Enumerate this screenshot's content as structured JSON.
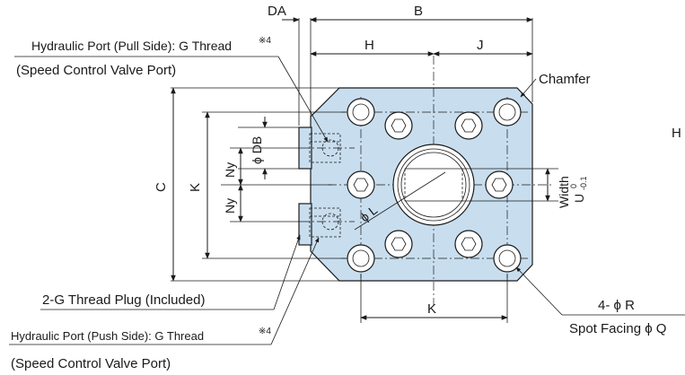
{
  "labels": {
    "dim_DA": "DA",
    "dim_B": "B",
    "dim_H_top": "H",
    "dim_J": "J",
    "dim_C": "C",
    "dim_K_left": "K",
    "dim_K_bottom": "K",
    "dim_Ny_upper": "Ny",
    "dim_Ny_lower": "Ny",
    "dim_phiDB": "ϕ DB",
    "dim_phiL": "ϕ L",
    "dim_width": "Width",
    "dim_U": "U",
    "dim_U_tol_upper": "0",
    "dim_U_tol_lower": "-0.1",
    "chamfer": "Chamfer",
    "port_pull_line1": "Hydraulic Port (Pull Side): G Thread",
    "port_pull_note": "※4",
    "port_pull_line2": "(Speed Control Valve Port)",
    "plug": "2-G Thread Plug (Included)",
    "holes_count": "4- ϕ R",
    "spot_facing": "Spot Facing ϕ Q",
    "port_push_line1": "Hydraulic Port (Push Side): G Thread",
    "port_push_note": "※4",
    "port_push_line2": "(Speed Control Valve Port)",
    "edge_H": "H"
  },
  "colors": {
    "body_fill": "#c8deef",
    "line": "#1a1a1a"
  }
}
